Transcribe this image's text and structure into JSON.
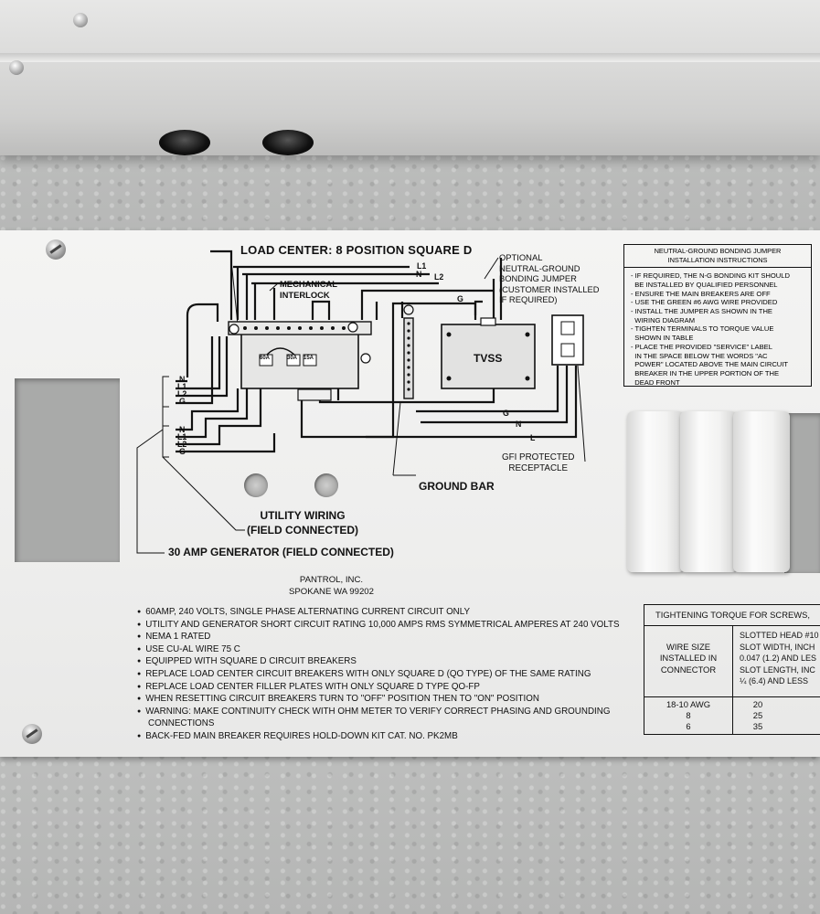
{
  "panel": {
    "load_center_title": "LOAD CENTER: 8 POSITION SQUARE D",
    "optional_jumper": "OPTIONAL\nNEUTRAL-GROUND\nBONDING JUMPER\n(CUSTOMER INSTALLED\nIF REQUIRED)",
    "mechanical_interlock": "MECHANICAL\nINTERLOCK",
    "tvss": "TVSS",
    "gfi_receptacle": "GFI PROTECTED\nRECEPTACLE",
    "ground_bar": "GROUND BAR",
    "utility_wiring": "UTILITY WIRING\n(FIELD CONNECTED)",
    "generator": "30 AMP GENERATOR (FIELD CONNECTED)",
    "manufacturer": "PANTROL, INC.\nSPOKANE WA 99202",
    "breakers": {
      "main_a": "60A",
      "main_b": "30A",
      "branch": "15A"
    },
    "terminal_labels_top": {
      "n": "N",
      "l1": "L1",
      "l2": "L2"
    },
    "wire_labels_terminals": [
      "N",
      "L1",
      "L2",
      "G"
    ],
    "wire_labels_right": {
      "g_top": "G",
      "g": "G",
      "n": "N",
      "l": "L"
    }
  },
  "notes": [
    "60AMP, 240 VOLTS, SINGLE PHASE ALTERNATING CURRENT CIRCUIT ONLY",
    "UTILITY AND GENERATOR SHORT CIRCUIT RATING 10,000 AMPS RMS SYMMETRICAL AMPERES AT 240 VOLTS",
    "NEMA 1 RATED",
    "USE CU-AL WIRE 75 C",
    "EQUIPPED WITH SQUARE D CIRCUIT BREAKERS",
    "REPLACE LOAD CENTER CIRCUIT BREAKERS WITH ONLY SQUARE D (QO TYPE) OF THE SAME RATING",
    "REPLACE LOAD CENTER FILLER PLATES WITH ONLY SQUARE D TYPE QO-FP",
    "WHEN RESETTING CIRCUIT BREAKERS TURN TO \"OFF\" POSITION THEN TO \"ON\" POSITION",
    "WARNING: MAKE CONTINUITY CHECK WITH OHM METER TO VERIFY CORRECT PHASING AND GROUNDING",
    "CONNECTIONS",
    "BACK-FED MAIN BREAKER REQUIRES HOLD-DOWN KIT CAT. NO. PK2MB"
  ],
  "bonding_box": {
    "header": "NEUTRAL-GROUND BONDING JUMPER\nINSTALLATION INSTRUCTIONS",
    "body": "- IF REQUIRED, THE N-G BONDING KIT SHOULD\n  BE INSTALLED BY QUALIFIED PERSONNEL\n- ENSURE THE MAIN BREAKERS ARE OFF\n- USE THE GREEN #6 AWG WIRE PROVIDED\n- INSTALL THE JUMPER AS SHOWN IN THE\n  WIRING DIAGRAM\n- TIGHTEN TERMINALS TO TORQUE VALUE\n  SHOWN IN TABLE\n- PLACE THE PROVIDED \"SERVICE\" LABEL\n  IN THE SPACE BELOW THE WORDS \"AC\n  POWER\" LOCATED ABOVE THE MAIN CIRCUIT\n  BREAKER IN THE UPPER PORTION OF THE\n  DEAD FRONT"
  },
  "torque_table": {
    "title": "TIGHTENING TORQUE FOR SCREWS,",
    "col1_header": "WIRE SIZE\nINSTALLED IN\nCONNECTOR",
    "col2_header": "SLOTTED HEAD #10\nSLOT WIDTH, INCH\n0.047 (1.2) AND LES\nSLOT LENGTH, INC\n¼ (6.4) AND LESS",
    "rows": [
      {
        "size": "18-10 AWG",
        "torque": "20"
      },
      {
        "size": "8",
        "torque": "25"
      },
      {
        "size": "6",
        "torque": "35"
      }
    ]
  }
}
